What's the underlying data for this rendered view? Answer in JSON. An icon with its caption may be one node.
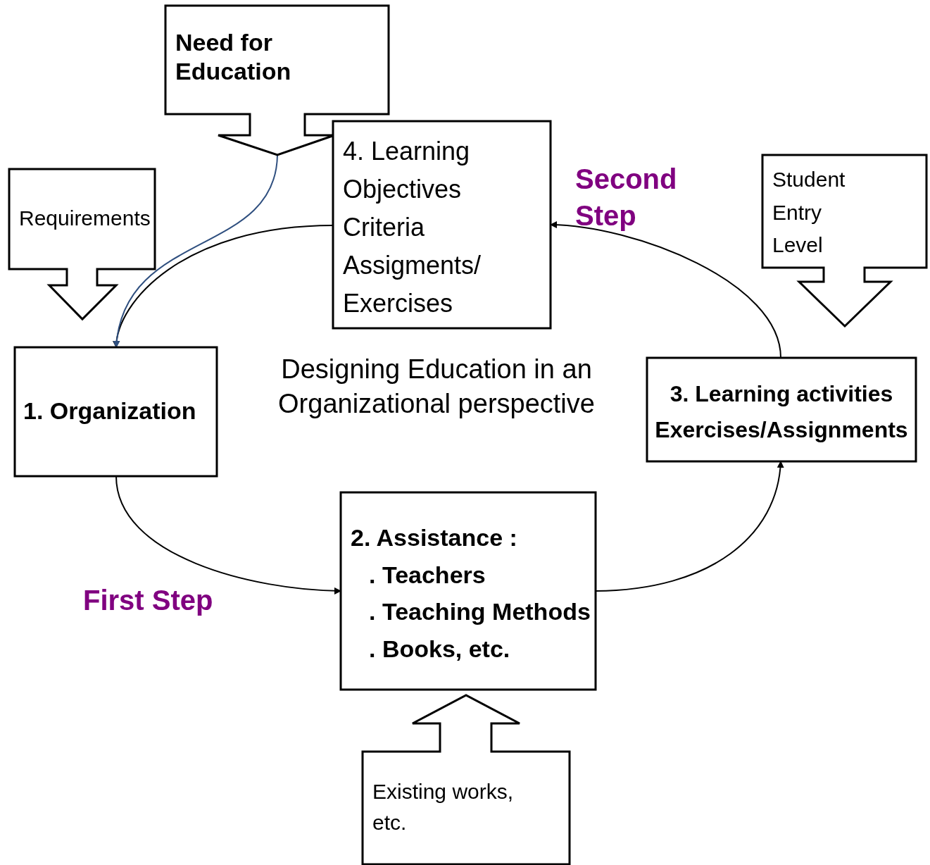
{
  "diagram": {
    "nodes": [
      {
        "text": [
          "Need for Education"
        ]
      },
      {
        "text": [
          "4. Learning Objectives",
          "Criteria",
          "Assigments/ Exercises"
        ]
      },
      {
        "text": [
          "Requirements"
        ]
      },
      {
        "text": [
          "Student Entry Level"
        ]
      },
      {
        "text": [
          "1. Organization"
        ]
      },
      {
        "text": [
          "3. Learning activities Exercises/Assignments"
        ]
      },
      {
        "text": [
          "2. Assistance :",
          ". Teachers",
          ". Teaching Methods",
          ". Books, etc."
        ]
      },
      {
        "text": [
          "Existing works, etc."
        ]
      }
    ],
    "edges": [
      {
        "from": 4,
        "to": 6,
        "arrow": "to"
      },
      {
        "from": 6,
        "to": 5,
        "arrow": "to"
      },
      {
        "from": 5,
        "to": 1,
        "arrow": "to"
      },
      {
        "from": 1,
        "to": 4,
        "arrow": "to"
      },
      {
        "from": 0,
        "to": 4,
        "arrow": "to",
        "color": "#2f4f7f"
      }
    ],
    "labels": [
      "Second Step",
      "Designing Education in an Organizational perspective",
      "First Step"
    ]
  }
}
